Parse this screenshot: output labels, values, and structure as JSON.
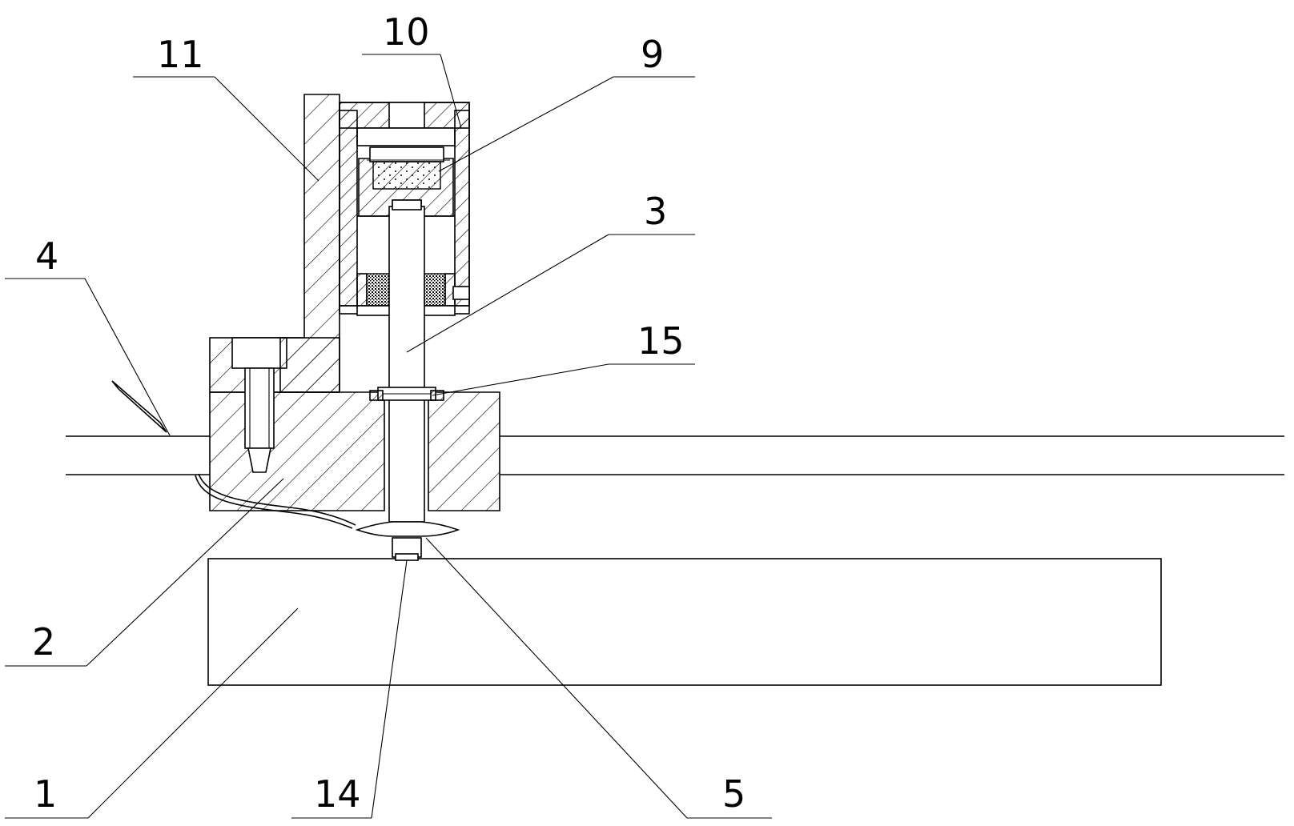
{
  "labels": {
    "l1": "1",
    "l2": "2",
    "l3": "3",
    "l4": "4",
    "l5": "5",
    "l9": "9",
    "l10": "10",
    "l11": "11",
    "l14": "14",
    "l15": "15"
  }
}
